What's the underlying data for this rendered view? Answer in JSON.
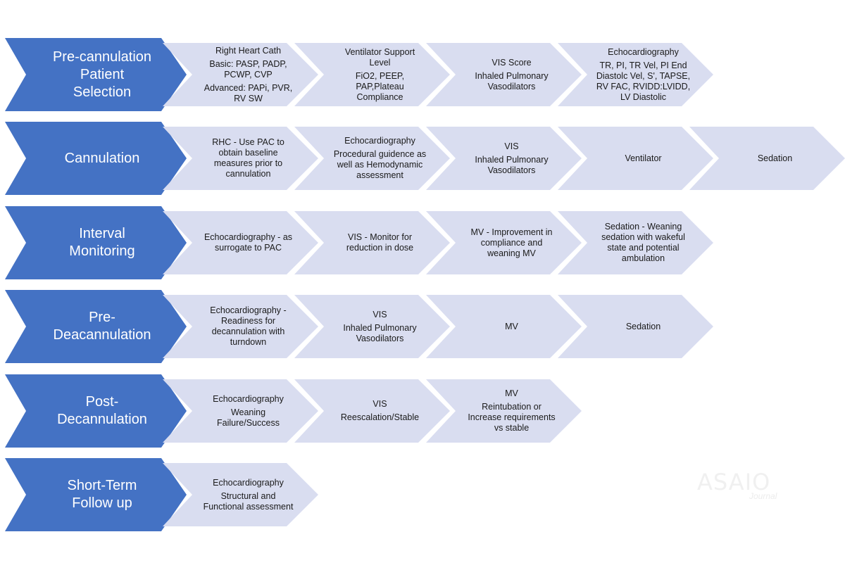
{
  "rows": [
    {
      "stage": "Pre-cannulation\nPatient\nSelection",
      "steps": [
        [
          "Right Heart Cath",
          "Basic: PASP, PADP,\nPCWP, CVP",
          "Advanced: PAPi, PVR,\nRV SW"
        ],
        [
          "Ventilator Support\nLevel",
          "FiO2, PEEP,\nPAP,Plateau\nCompliance"
        ],
        [
          "VIS Score",
          "Inhaled Pulmonary\nVasodilators"
        ],
        [
          "Echocardiography",
          "TR, PI, TR Vel, PI End\nDiastolc Vel, S', TAPSE,\nRV FAC, RVIDD:LVIDD,\nLV Diastolic"
        ]
      ]
    },
    {
      "stage": "Cannulation",
      "steps": [
        [
          "RHC - Use PAC to\nobtain baseline\nmeasures prior to\ncannulation"
        ],
        [
          "Echocardiography",
          "Procedural guidence as\nwell as Hemodynamic\nassessment"
        ],
        [
          "VIS",
          "Inhaled Pulmonary\nVasodilators"
        ],
        [
          "Ventilator"
        ],
        [
          "Sedation"
        ]
      ]
    },
    {
      "stage": "Interval\nMonitoring",
      "steps": [
        [
          "Echocardiography - as\nsurrogate to PAC"
        ],
        [
          "VIS - Monitor for\nreduction in dose"
        ],
        [
          "MV - Improvement in\ncompliance and\nweaning MV"
        ],
        [
          "Sedation - Weaning\nsedation with wakeful\nstate and potential\nambulation"
        ]
      ]
    },
    {
      "stage": "Pre-\nDeacannulation",
      "steps": [
        [
          "Echocardiography -\nReadiness for\ndecannulation with\nturndown"
        ],
        [
          "VIS",
          "Inhaled Pulmonary\nVasodilators"
        ],
        [
          "MV"
        ],
        [
          "Sedation"
        ]
      ]
    },
    {
      "stage": "Post-\nDecannulation",
      "steps": [
        [
          "Echocardiography",
          "Weaning\nFailure/Success"
        ],
        [
          "VIS",
          "Reescalation/Stable"
        ],
        [
          "MV",
          "Reintubation or\nIncrease requirements\nvs stable"
        ]
      ]
    },
    {
      "stage": "Short-Term\nFollow up",
      "steps": [
        [
          "Echocardiography",
          "Structural and\nFunctional assessment"
        ]
      ]
    }
  ],
  "watermark": {
    "title": "ASAIO",
    "subtitle": "Journal"
  },
  "colors": {
    "stage": "#4472c4",
    "step": "#d9ddf0",
    "stage_text": "#ffffff",
    "step_text": "#1a1a1a"
  }
}
